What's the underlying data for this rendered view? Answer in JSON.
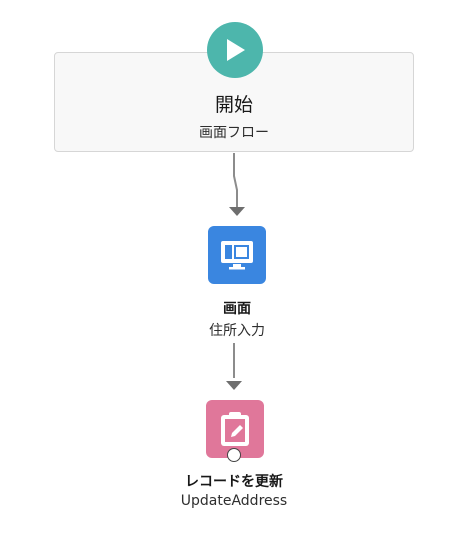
{
  "flow": {
    "start": {
      "title": "開始",
      "subtitle": "画面フロー",
      "icon": "play-icon",
      "color": "#4db6ac"
    },
    "nodes": [
      {
        "type_label": "画面",
        "name": "住所入力",
        "icon": "screen-icon",
        "color": "#3a86e0"
      },
      {
        "type_label": "レコードを更新",
        "name": "UpdateAddress",
        "icon": "clipboard-edit-icon",
        "color": "#e0779a"
      }
    ]
  }
}
